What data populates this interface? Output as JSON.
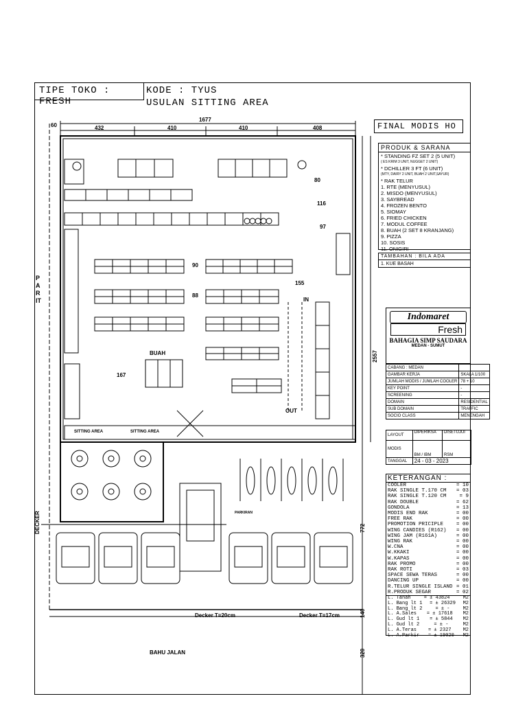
{
  "header": {
    "tipe": "TIPE TOKO : FRESH",
    "kode": "KODE : TYUS",
    "usulan": "USULAN SITTING AREA",
    "final": "FINAL MODIS HO"
  },
  "dimensions": {
    "top_total": "1677",
    "top_a": "432",
    "top_b": "410",
    "top_c": "410",
    "top_d": "408",
    "left_offset": "60",
    "right_depth": "2557",
    "right_lower": "772",
    "right_a": "140",
    "right_b": "320"
  },
  "plan_labels": {
    "parit": "PARIT",
    "decker_left": "DECKER",
    "decker_mid": "Decker T=20cm",
    "decker_right": "Decker T=17cm",
    "bahu_jalan": "BAHU JALAN",
    "sitting_area_1": "SITTING AREA",
    "sitting_area_2": "SITTING AREA",
    "buah": "BUAH",
    "in": "IN",
    "out": "OUT",
    "parkir": "PARKIRAN",
    "dim_167": "167",
    "dim_155": "155",
    "dim_88": "88",
    "dim_90": "90",
    "dim_116": "116",
    "dim_97": "97",
    "dim_80": "80"
  },
  "produk": {
    "title": "PRODUK & SARANA",
    "items": [
      "* STANDING FZ SET 2 (5 UNIT)",
      "( ES KRIM 3 UNIT, NUGGET 2 UNIT)",
      "* DCHILLER 3 FT (6 UNIT)",
      "(MTY, DAIRY 2 UNIT, BUAH 2 UNIT,SAYUR)",
      "* RAK TELUR",
      "1. RTE (MENYUSUL)",
      "2. MISDO (MENYUSUL)",
      "3. SAYBREAD",
      "4. FROZEN BENTO",
      "5. SIOMAY",
      "6. FRIED CHICKEN",
      "7. MODUL COFFEE",
      "8. BUAH (2 SET 8 KRANJANG)",
      "9. PIZZA",
      "10. SOSIS",
      "11. ONIGIRI"
    ]
  },
  "tambahan": {
    "title": "TAMBAHAN : BILA ADA",
    "items": [
      "1. KUE BASAH"
    ]
  },
  "logo": {
    "brand": "Indomaret",
    "sub": "Fresh",
    "store": "BAHAGIA SIMP SAUDARA",
    "addr": "MEDAN - SUMUT"
  },
  "info": [
    [
      "CABANG : MEDAN",
      ""
    ],
    [
      "GAMBAR KERJA",
      "SKALA 1/100"
    ],
    [
      "JUMLAH MODIS / JUMLAH COOLER",
      "78 + 10"
    ],
    [
      "KEY POINT",
      "-"
    ],
    [
      "SCREENING",
      "-"
    ],
    [
      "DOMAIN",
      "RESIDENTIAL"
    ],
    [
      "SUB DOMAIN",
      "TRAFFIC"
    ],
    [
      "SOCIO CLASS",
      "MENENGAH"
    ]
  ],
  "sign": {
    "diperiksa": "DIPERIKSA",
    "disetujui": "DISETUJUI",
    "layout": "LAYOUT",
    "modis": "MODIS",
    "bm": "BM / IBM",
    "rsm": "RSM",
    "tanggal_label": "TANGGAL",
    "tanggal": "24 - 03 - 2023"
  },
  "keterangan": {
    "title": "KETERANGAN :",
    "rows": [
      [
        "COOLER",
        "= 10"
      ],
      [
        "RAK SINGLE T.170 CM",
        "= 03"
      ],
      [
        "RAK SINGLE T.120 CM",
        "= 9"
      ],
      [
        "RAK DOUBLE",
        "= 62"
      ],
      [
        "GONDOLA",
        "= 13"
      ],
      [
        "MODIS END RAK",
        "= 00"
      ],
      [
        "FREE RAK",
        "= 00"
      ],
      [
        "PROMOTION PRICIPLE",
        "= 00"
      ],
      [
        "WING CANDIES (R162)",
        "= 00"
      ],
      [
        "WING JAM (R161A)",
        "= 00"
      ],
      [
        "WING RAK",
        "= 00"
      ],
      [
        "W.CNA",
        "= 00"
      ],
      [
        "W.KKAKI",
        "= 00"
      ],
      [
        "W.KAPAS",
        "= 00"
      ],
      [
        "RAK PROMO",
        "= 00"
      ],
      [
        "RAK ROTI",
        "= 03"
      ],
      [
        "SPACE SEWA TERAS",
        "= 00"
      ],
      [
        "DANCING UP",
        "= 00"
      ],
      [
        "R.TELUR SINGLE ISLAND",
        "= 01"
      ],
      [
        "R.PRODUK SEGAR",
        "= 02"
      ]
    ],
    "areas": [
      [
        "L. Tanah",
        "= ± 43824",
        "M2"
      ],
      [
        "L. Bang lt 1",
        "= ± 26329",
        "M2"
      ],
      [
        "L. Bang lt 2",
        "= ± -",
        "M2"
      ],
      [
        "L. A.Sales",
        "= ± 17618",
        "M2"
      ],
      [
        "L. Gud lt 1",
        "= ± 5844",
        "M2"
      ],
      [
        "L. Gud lt 2",
        "= ± -",
        "M2"
      ],
      [
        "L. A.Teras",
        "= ± 2327",
        "M2"
      ],
      [
        "L. A.Parkir",
        "= ± 19020",
        "M2"
      ]
    ]
  }
}
